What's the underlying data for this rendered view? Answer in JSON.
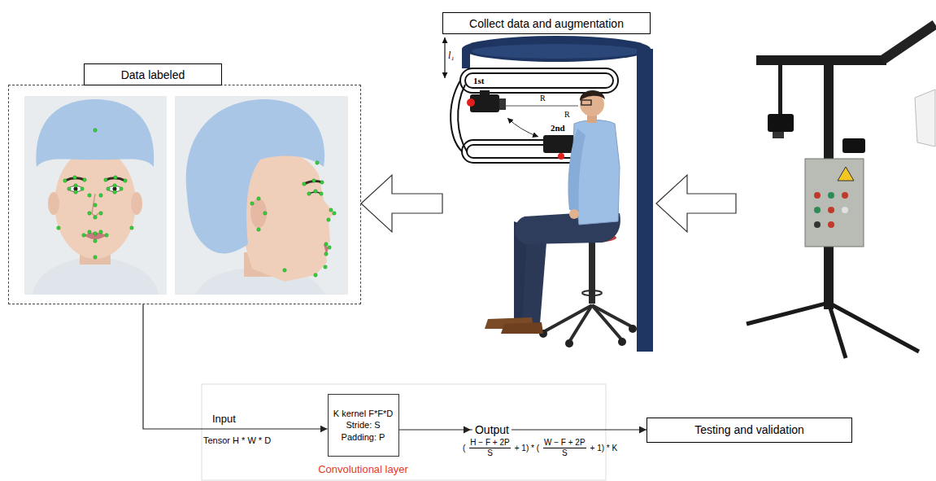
{
  "diagram": {
    "nodes": [
      {
        "text": [
          "Data labeled"
        ]
      },
      {
        "text": [
          "Collect data and augmentation"
        ]
      },
      {
        "text": [
          "K kernel F*F*D",
          "Stride: S",
          "Padding: P",
          "Convolutional layer"
        ]
      },
      {
        "text": [
          "Testing and validation"
        ]
      }
    ],
    "edges": [
      {
        "from": 1,
        "to": 0,
        "arrow": "to"
      },
      {
        "from": 0,
        "to": 2,
        "arrow": "to",
        "label": "Input"
      },
      {
        "from": 2,
        "to": 3,
        "arrow": "to",
        "label": "Output"
      }
    ],
    "labels": [
      "l₁",
      "1st",
      "R",
      "R",
      "2nd",
      "Tensor H * W * D",
      "(",
      "H − F + 2P",
      "S",
      "+ 1) * (",
      "W − F + 2P",
      "S",
      "+ 1) * K"
    ]
  }
}
